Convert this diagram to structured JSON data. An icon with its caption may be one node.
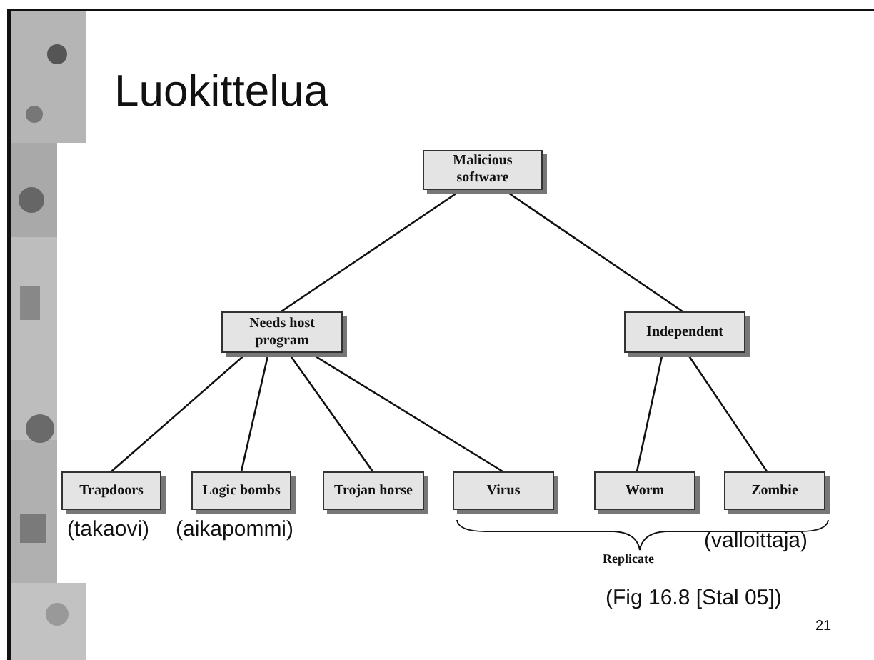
{
  "diagram": {
    "title": "Luokittelua",
    "nodes": [
      {
        "text": [
          "Malicious software"
        ]
      },
      {
        "text": [
          "Needs host program"
        ]
      },
      {
        "text": [
          "Independent"
        ]
      },
      {
        "text": [
          "Trapdoors"
        ],
        "beside": [
          "(takaovi)"
        ]
      },
      {
        "text": [
          "Logic bombs"
        ],
        "beside": [
          "(aikapommi)"
        ]
      },
      {
        "text": [
          "Trojan horse"
        ]
      },
      {
        "text": [
          "Virus"
        ]
      },
      {
        "text": [
          "Worm"
        ]
      },
      {
        "text": [
          "Zombie"
        ],
        "beside": [
          "(valloittaja)"
        ]
      }
    ],
    "edges": [
      {
        "from": 0,
        "to": 1,
        "arrow": "none"
      },
      {
        "from": 0,
        "to": 2,
        "arrow": "none"
      },
      {
        "from": 1,
        "to": 3,
        "arrow": "none"
      },
      {
        "from": 1,
        "to": 4,
        "arrow": "none"
      },
      {
        "from": 1,
        "to": 5,
        "arrow": "none"
      },
      {
        "from": 1,
        "to": 6,
        "arrow": "none"
      },
      {
        "from": 2,
        "to": 7,
        "arrow": "none"
      },
      {
        "from": 2,
        "to": 8,
        "arrow": "none"
      }
    ],
    "labels": [
      "Replicate",
      "(Fig 16.8 [Stal 05])",
      "21"
    ]
  }
}
